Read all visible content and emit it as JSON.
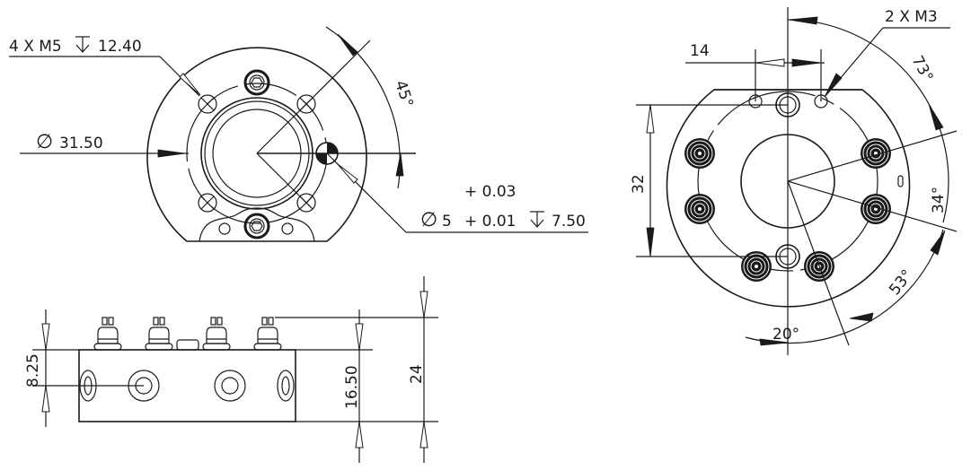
{
  "drawing": {
    "front_view": {
      "thread_callout": "4 X M5 ↧ 12.40",
      "thread_label": "4 X M5",
      "thread_depth": "12.40",
      "diameter_label": "31.50",
      "angle_label": "45°",
      "pin_hole": {
        "diameter": "5",
        "tol_upper": "+ 0.03",
        "tol_lower": "+ 0.01",
        "depth": "7.50"
      }
    },
    "rear_view": {
      "thread_callout": "2 X M3",
      "width_label": "14",
      "height_label": "32",
      "angles": [
        "73°",
        "34°",
        "53°",
        "20°"
      ]
    },
    "side_view": {
      "dim_offset": "8.25",
      "dim_body": "16.50",
      "dim_total": "24"
    },
    "symbols": {
      "diameter": "∅",
      "depth": "↧"
    },
    "colors": {
      "line": "#1a1a1a",
      "background": "#ffffff"
    }
  }
}
